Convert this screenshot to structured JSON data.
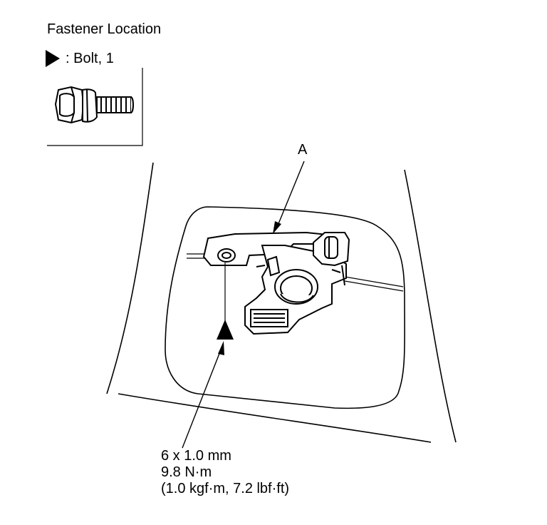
{
  "title": "Fastener Location",
  "legend": {
    "icon": "bolt-marker-triangle",
    "text": ": Bolt, 1"
  },
  "callout": {
    "label": "A"
  },
  "spec": {
    "size": "6 x 1.0 mm",
    "torque_nm": "9.8 N·m",
    "torque_alt": "(1.0 kgf·m, 7.2 lbf·ft)"
  }
}
